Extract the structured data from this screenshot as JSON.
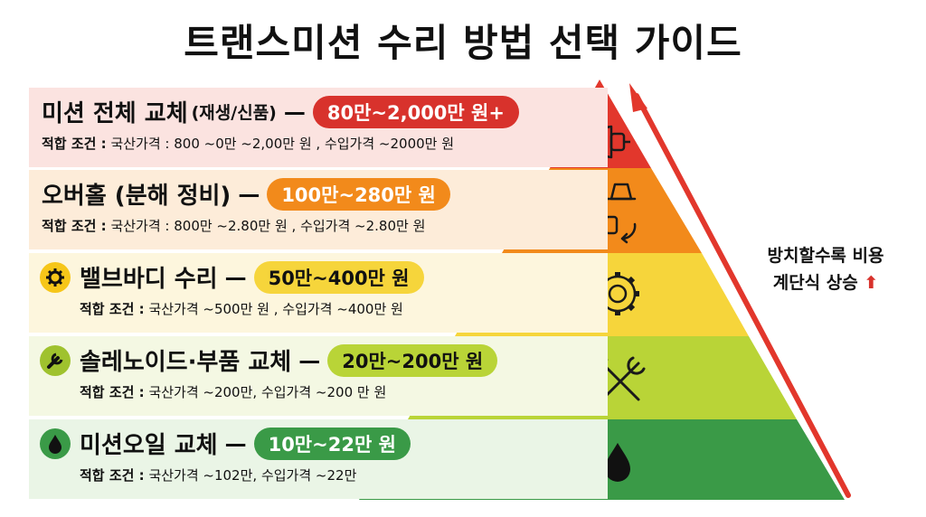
{
  "title": "트랜스미션 수리 방법 선택 가이드",
  "side_note": {
    "line1": "방치할수록 비용",
    "line2": "계단식 상승",
    "arrow_glyph": "⬆"
  },
  "tiers": [
    {
      "name": "미션 전체 교체",
      "name_sub": "(재생/신품)",
      "dash": "—",
      "price": "80만~2,000만 원+",
      "cond_label": "적합 조건 :",
      "cond_text": "국산가격 : 800 ~0만 ~2,00만 원 , 수입가격 ~2000만 원",
      "icon": "transmission-icon",
      "color": "#e2372c"
    },
    {
      "name": "오버홀 (분해 정비)",
      "dash": "—",
      "price": "100만~280만 원",
      "cond_label": "적합 조건 :",
      "cond_text": "국산가격 : 800만 ~2.80만 원 , 수입가격 ~2.80만 원",
      "icon": "overhaul-icon",
      "color": "#f28a1b"
    },
    {
      "name": "밸브바디 수리",
      "dash": "—",
      "price": "50만~400만 원",
      "cond_label": "적합 조건 :",
      "cond_text": "국산가격 ~500만 원 , 수입가격 ~400만 원",
      "icon": "gear-icon",
      "color": "#f6d53b"
    },
    {
      "name": "솔레노이드·부품 교체",
      "dash": "—",
      "price": "20만~200만 원",
      "cond_label": "적합 조건 :",
      "cond_text": "국산가격 ~200만, 수입가격 ~200 만 원",
      "icon": "wrench-icon",
      "color": "#b9d437"
    },
    {
      "name": "미션오일 교체",
      "dash": "—",
      "price": "10만~22만 원",
      "cond_label": "적합 조건 :",
      "cond_text": "국산가격 ~102만, 수입가격 ~22만",
      "icon": "oil-drop-icon",
      "color": "#3a9a47"
    }
  ]
}
